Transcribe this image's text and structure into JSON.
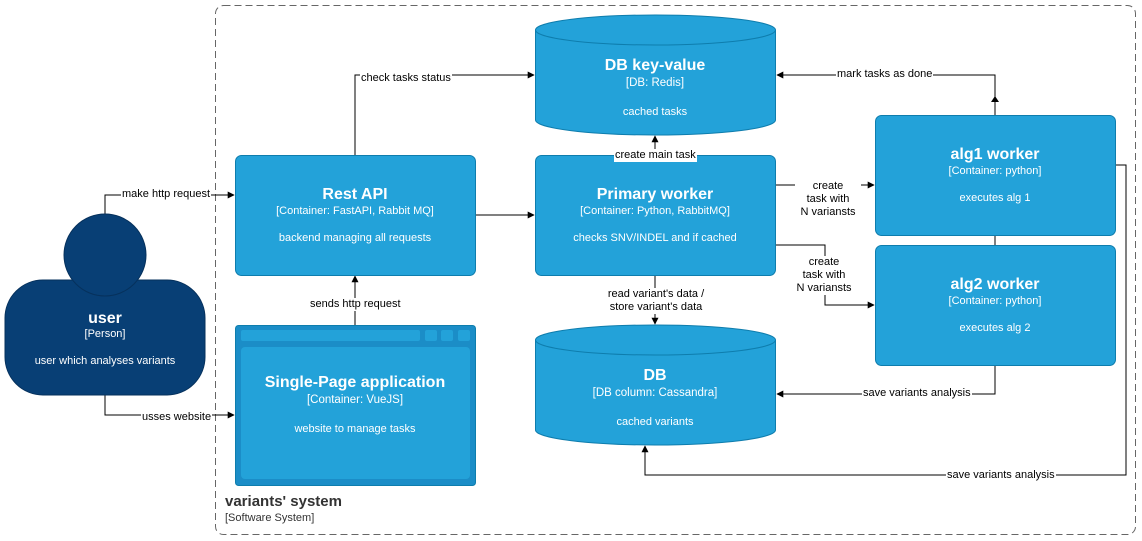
{
  "colors": {
    "container": "#23a2d9",
    "container_stroke": "#0e7dad",
    "person": "#083f75",
    "person_stroke": "#06315c",
    "boundary": "#666666",
    "edge": "#000000"
  },
  "system": {
    "title": "variants' system",
    "subtitle": "[Software System]"
  },
  "nodes": {
    "user": {
      "title": "user",
      "subtitle": "[Person]",
      "description": "user which analyses variants",
      "shape": "person"
    },
    "rest_api": {
      "title": "Rest API",
      "subtitle": "[Container: FastAPI, Rabbit MQ]",
      "description": "backend managing all requests",
      "shape": "box"
    },
    "spa": {
      "title": "Single-Page application",
      "subtitle": "[Container: VueJS]",
      "description": "website to manage tasks",
      "shape": "web-browser"
    },
    "redis": {
      "title": "DB key-value",
      "subtitle": "[DB: Redis]",
      "description": "cached tasks",
      "shape": "cylinder"
    },
    "primary": {
      "title": "Primary worker",
      "subtitle": "[Container: Python, RabbitMQ]",
      "description": "checks SNV/INDEL and if cached",
      "shape": "box"
    },
    "db": {
      "title": "DB",
      "subtitle": "[DB column: Cassandra]",
      "description": "cached variants",
      "shape": "cylinder"
    },
    "alg1": {
      "title": "alg1 worker",
      "subtitle": "[Container: python]",
      "description": "executes alg 1",
      "shape": "box"
    },
    "alg2": {
      "title": "alg2 worker",
      "subtitle": "[Container: python]",
      "description": "executes alg 2",
      "shape": "box"
    }
  },
  "edges": [
    {
      "from": "user",
      "to": "rest_api",
      "label": "make http request"
    },
    {
      "from": "user",
      "to": "spa",
      "label": "usses website"
    },
    {
      "from": "spa",
      "to": "rest_api",
      "label": "sends http request"
    },
    {
      "from": "rest_api",
      "to": "redis",
      "label": "check tasks status"
    },
    {
      "from": "rest_api",
      "to": "primary",
      "label": ""
    },
    {
      "from": "primary",
      "to": "redis",
      "label": "create main task"
    },
    {
      "from": "primary",
      "to": "db",
      "label": "read variant's data /\nstore variant's data"
    },
    {
      "from": "primary",
      "to": "alg1",
      "label": "create\ntask with\nN variansts"
    },
    {
      "from": "primary",
      "to": "alg2",
      "label": "create\ntask with\nN variansts"
    },
    {
      "from": "alg1",
      "to": "redis",
      "label": "mark tasks as  done"
    },
    {
      "from": "alg2",
      "to": "db",
      "label": "save variants analysis"
    },
    {
      "from": "alg1",
      "to": "db",
      "label": "save variants analysis"
    }
  ]
}
